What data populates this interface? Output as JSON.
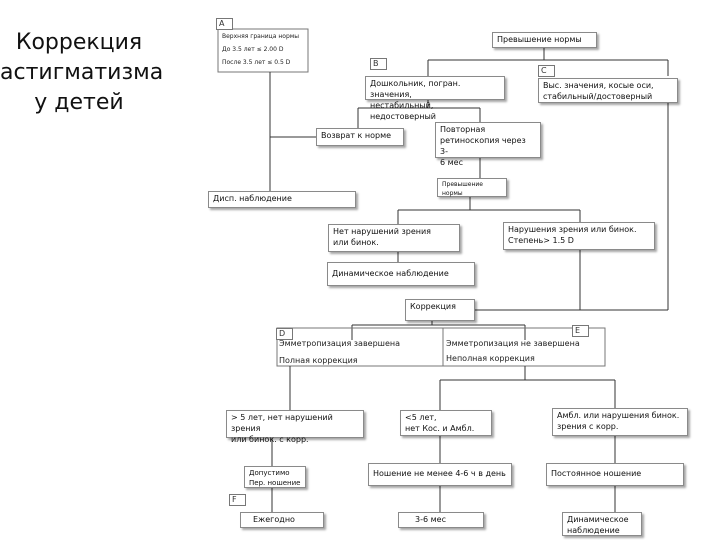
{
  "title": "Коррекция астигматизма у детей",
  "tags": {
    "A": "A",
    "B": "B",
    "C": "C",
    "D": "D",
    "E": "E",
    "F": "F"
  },
  "norms": {
    "line1": "Верхняя граница нормы",
    "line2": "До 3.5 лет ≤ 2.00 D",
    "line3": "После 3.5 лет ≤ 0.5 D"
  },
  "nodes": {
    "exceed_top": "Превышение нормы",
    "preschool": "Дошкольник, погран. значения,\nнестабильный, недостоверный",
    "high_values": "Выс. значения, косые оси,\nстабильный/достоверный",
    "return_norm": "Возврат к норме",
    "repeat_retino": "Повторная\nретиноскопия через 3-\n6 мес",
    "exceed_mid": "Превышение\nнормы",
    "disp": "Дисп. наблюдение",
    "no_vision_issue": "Нет нарушений зрения\nили бинок.",
    "vision_issue": "Нарушения зрения или бинок.\nСтепень> 1.5 D",
    "dyn_obs": "Динамическое наблюдение",
    "correction": "Коррекция",
    "emm_done": "Эмметропизация завершена",
    "full_corr": "Полная коррекция",
    "emm_not_done": "Эмметропизация не завершена",
    "partial_corr": "Неполная коррекция",
    "over5": "> 5 лет, нет нарушений зрения\nили бинок. с корр.",
    "under5": "<5 лет,\nнет Кос. и Амбл.",
    "ambl": "Амбл. или нарушения бинок.\nзрения с корр.",
    "allowed": "Допустимо\nПер. ношение",
    "wear46": "Ношение не менее 4-6 ч в день",
    "constant": "Постоянное ношение",
    "yearly": "Ежегодно",
    "m36": "3-6 мес",
    "dyn_obs2": "Динамическое\nнаблюдение"
  }
}
